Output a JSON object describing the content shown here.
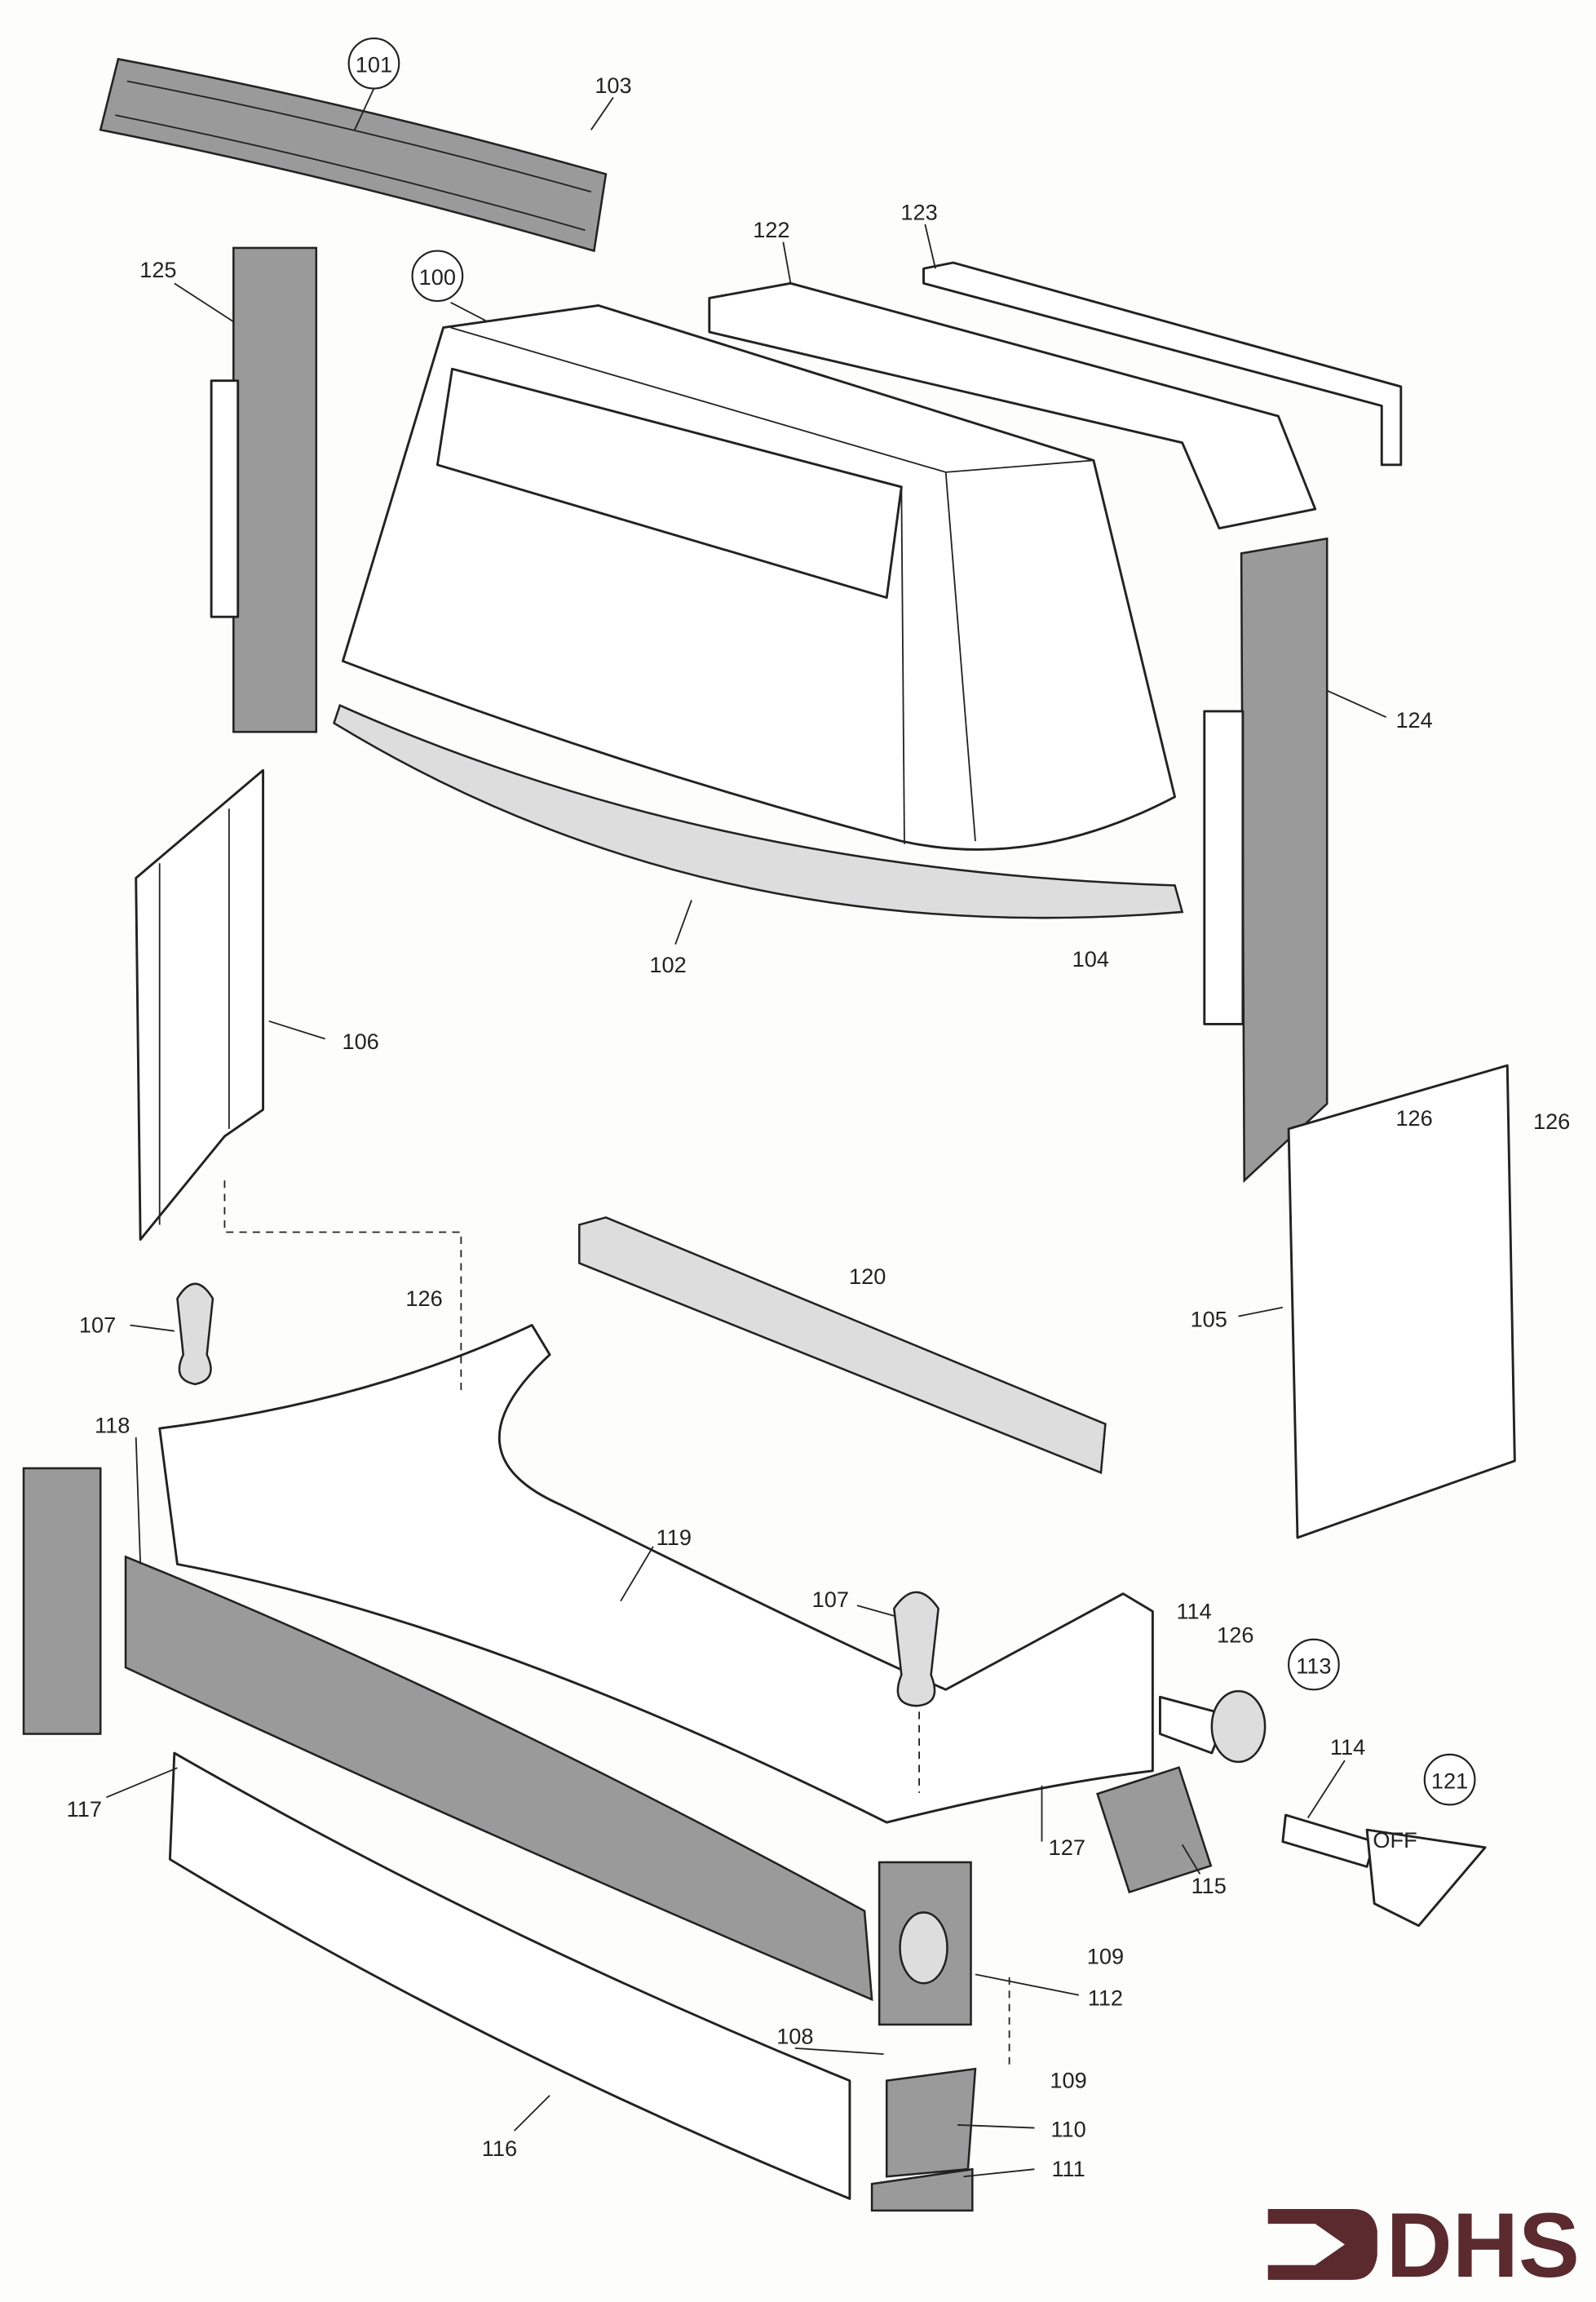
{
  "diagram": {
    "type": "exploded parts diagram",
    "callouts": [
      {
        "label": "101",
        "circled": true
      },
      {
        "label": "103",
        "circled": false
      },
      {
        "label": "125",
        "circled": false
      },
      {
        "label": "100",
        "circled": true
      },
      {
        "label": "122",
        "circled": false
      },
      {
        "label": "123",
        "circled": false
      },
      {
        "label": "124",
        "circled": false
      },
      {
        "label": "102",
        "circled": false
      },
      {
        "label": "104",
        "circled": false
      },
      {
        "label": "106",
        "circled": false
      },
      {
        "label": "126",
        "circled": false
      },
      {
        "label": "126",
        "circled": false
      },
      {
        "label": "120",
        "circled": false
      },
      {
        "label": "105",
        "circled": false
      },
      {
        "label": "107",
        "circled": false
      },
      {
        "label": "126",
        "circled": false
      },
      {
        "label": "118",
        "circled": false
      },
      {
        "label": "119",
        "circled": false
      },
      {
        "label": "107",
        "circled": false
      },
      {
        "label": "114",
        "circled": false
      },
      {
        "label": "126",
        "circled": false
      },
      {
        "label": "113",
        "circled": true
      },
      {
        "label": "114",
        "circled": false
      },
      {
        "label": "121",
        "circled": true
      },
      {
        "label": "117",
        "circled": false
      },
      {
        "label": "127",
        "circled": false
      },
      {
        "label": "115",
        "circled": false
      },
      {
        "label": "109",
        "circled": false
      },
      {
        "label": "112",
        "circled": false
      },
      {
        "label": "108",
        "circled": false
      },
      {
        "label": "109",
        "circled": false
      },
      {
        "label": "110",
        "circled": false
      },
      {
        "label": "116",
        "circled": false
      },
      {
        "label": "111",
        "circled": false
      }
    ],
    "knob_text": "OFF"
  },
  "logo": {
    "text": "DHS",
    "color": "#5a2a2e"
  }
}
